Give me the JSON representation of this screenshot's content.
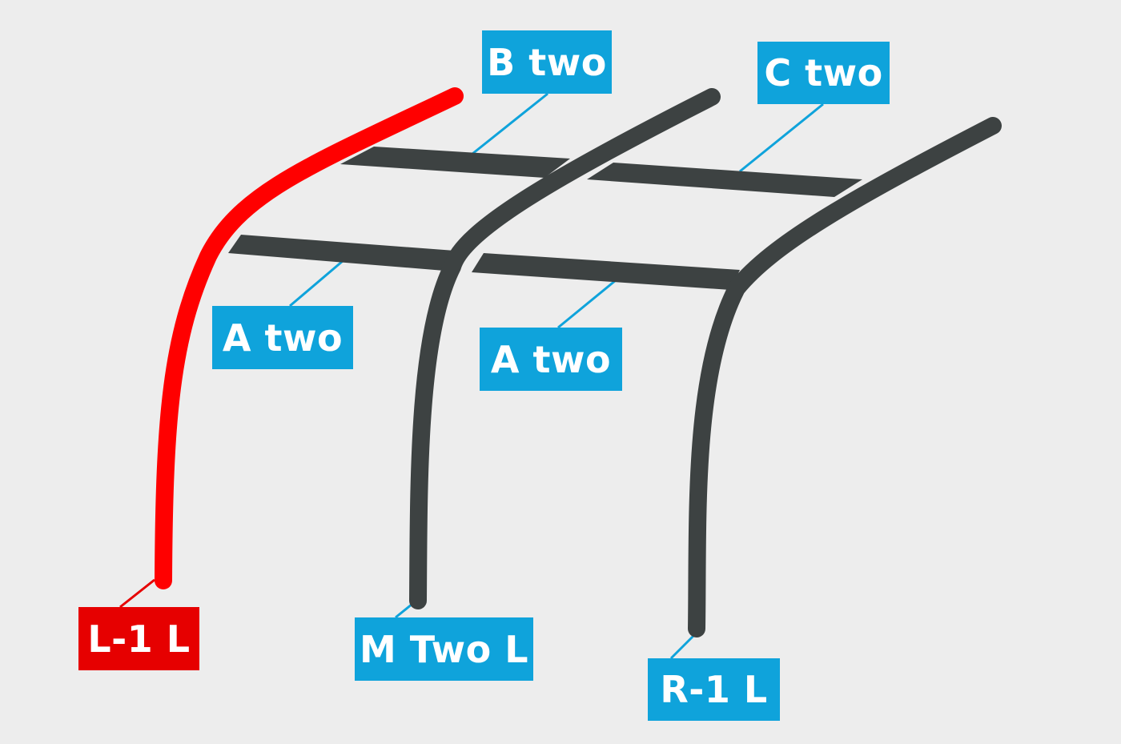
{
  "colors": {
    "background": "#ededed",
    "pole_dark": "#3d4242",
    "pole_highlight": "#ff0000",
    "label_blue": "#0fa3db",
    "label_red": "#e60000",
    "leader_blue": "#0fa3db",
    "leader_red": "#e60000"
  },
  "labels": {
    "b_two": "B two",
    "c_two": "C two",
    "a_two_left": "A two",
    "a_two_right": "A two",
    "l_1_l": "L-1 L",
    "m_two_l": "M Two L",
    "r_1_l": "R-1 L"
  }
}
